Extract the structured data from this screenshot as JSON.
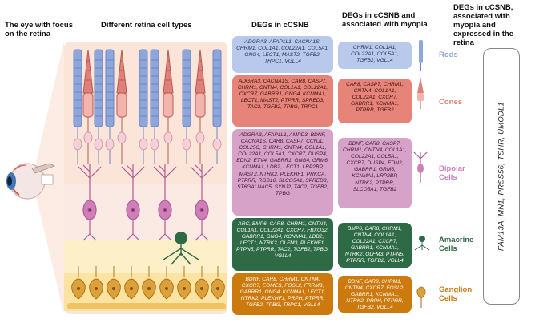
{
  "headers": {
    "eye": "The eye with focus\non the retina",
    "cell_types": "Different retina cell types",
    "degs": "DEGs in cCSNB",
    "degs_myopia": "DEGs in cCSNB and\nassociated with myopia",
    "degs_expressed": "DEGs in cCSNB,\nassociated with\nmyopia and\nexpressed in the\nretina"
  },
  "layers": [
    {
      "name": "Rods",
      "label_color": "#8da6dc",
      "degs": "ADGRA3, AFAP1L1, CACNA1S, CHRM1, COL1A1, COL22A1, COL5A1, GNG4, LECT1, MAST2, TGFB2, TRPC1, VGLL4",
      "myopia": "CHRM1, COL1A1, COL22A1, COL5A1, TGFB2, VGLL4"
    },
    {
      "name": "Cones",
      "label_color": "#e0807a",
      "degs": "ADGRA3, CACNA1S, CAR8, CASP7, CHRM1, CNTN4, COL1A1, COL22A1, CXCR7, GABRR1, GNG4, KCNMA1, LECT1, MAST2, PTPRR, SPRED3, TAC2, TGFB2, TPBG, TRPC1",
      "myopia": "CAR8, CASP7, CHRM1, CNTN4, COL1A1, COL22A1, CXCR7, GABRR1, KCNMA1, PTPRR, TGFB2"
    },
    {
      "name": "Bipolar\nCells",
      "label_color": "#cf7fb8",
      "degs": "ADGRA3, AFAP1L1, AMPD3, BDNF, CACNA1S, CAR8, CASP7, CCNJL, COL25C, CHRM1, CNTN4, COL1A1, COL22A1, COL5A1, CXCR7, DUSP4, EDN2, ETV4, GABRR1, GNG4, GRM6, KCNMA1, LDB2, LECT1, LRP2BP, MAST2, NTRK2, PLEKHF1, PRKCA, PTPRR, RGS16, SLCO5A1, SPRED3, ST6GALNAC5, SYNJ2, TAC2, TGFB2, TPBG",
      "myopia": "BDNF, CAR8, CASP7, CHRM1, CNTN4, COL1A1, COL22A1, COL5A1, CXCR7, DUSP4, EDN2, GABRR1, GRM6, KCNMA1, LRP2BP, NTRK2, PTPRR, SLCO5A1, TGFB2"
    },
    {
      "name": "Amacrine\nCells",
      "label_color": "#2e6a45",
      "degs": "ARC, BMP6, CAR8, CHRM1, CNTN4, COL1A1, COL22A1, CXCR7, FBXO32, GABRR1, GNG4, KCNMA1, LDB2, LECT1, NTRK2, OLFM3, PLEKHF1, PTPN5, PTPRR, TAC2, TGFB2, TPBG, VGLL4",
      "myopia": "BMP6, CAR8, CHRM1, CNTN4, COL1A1, COL22A1, CXCR7, GABRR1, KCNMA1, NTRK2, OLFM3, PTPN5, PTPRR, TGFB2, VGLL4"
    },
    {
      "name": "Ganglion\nCells",
      "label_color": "#cc7a0e",
      "degs": "BDNF, CAR8, CHRM1, CNTN4, CXCR7, EOMES, FOSL2, FRRM3, GABRR1, GNG4, KCNMA1, LECT1, NTRK2, PLEKHF1, PRPH, PTPRR, TGFB2, TPBG, TRPC1, VGLL4",
      "myopia": "BDNF, CAR8, CHRM1, CNTN4, CXCR7, FOSL2, GABRR1, KCNMA1, NTRK2, PRPH, PTPRR, TGFB2, VGLL4"
    }
  ],
  "expressed_genes": "FAM13A, MN1, PRSS56, TSHR, UMODL1",
  "colors": {
    "rod": "#8da6dc",
    "cone": "#e0807a",
    "bipolar": "#cf7fb8",
    "amacrine": "#2e6a45",
    "ganglion": "#cc7a0e",
    "retina_bg": "#fbe4d8"
  }
}
